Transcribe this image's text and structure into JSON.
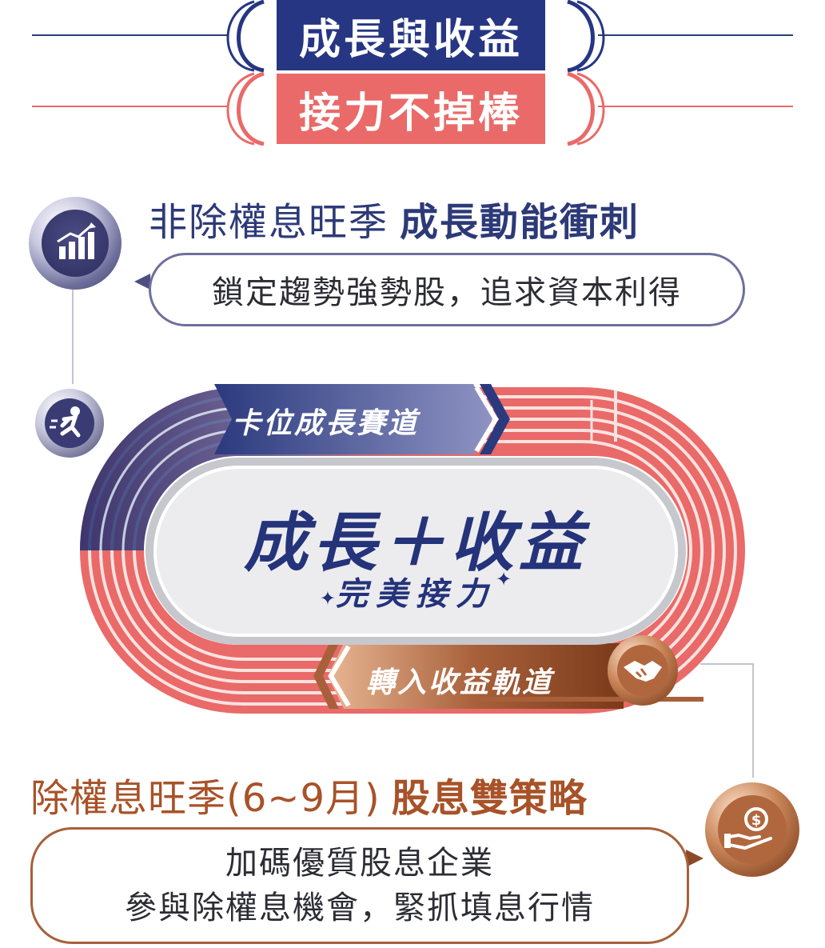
{
  "banner": {
    "line1": "成長與收益",
    "line2": "接力不掉棒"
  },
  "section1": {
    "heading_normal": "非除權息旺季",
    "heading_bold": "成長動能衝刺",
    "description": "鎖定趨勢強勢股，追求資本利得",
    "icon": "growth-chart-icon"
  },
  "track": {
    "top_tag": "卡位成長賽道",
    "center_title": "成長＋收益",
    "center_subtitle": "完美接力",
    "bottom_tag": "轉入收益軌道",
    "runner_icon": "runner-icon",
    "handshake_icon": "handshake-icon",
    "colors": {
      "lane_red": "#e96a68",
      "navy": "#263683",
      "bronze": "#a8603a"
    }
  },
  "section2": {
    "heading_normal": "除權息旺季(6~9月)",
    "heading_bold": "股息雙策略",
    "lines": [
      "加碼優質股息企業",
      "參與除權息機會，緊抓填息行情"
    ],
    "icon": "money-hand-icon"
  }
}
